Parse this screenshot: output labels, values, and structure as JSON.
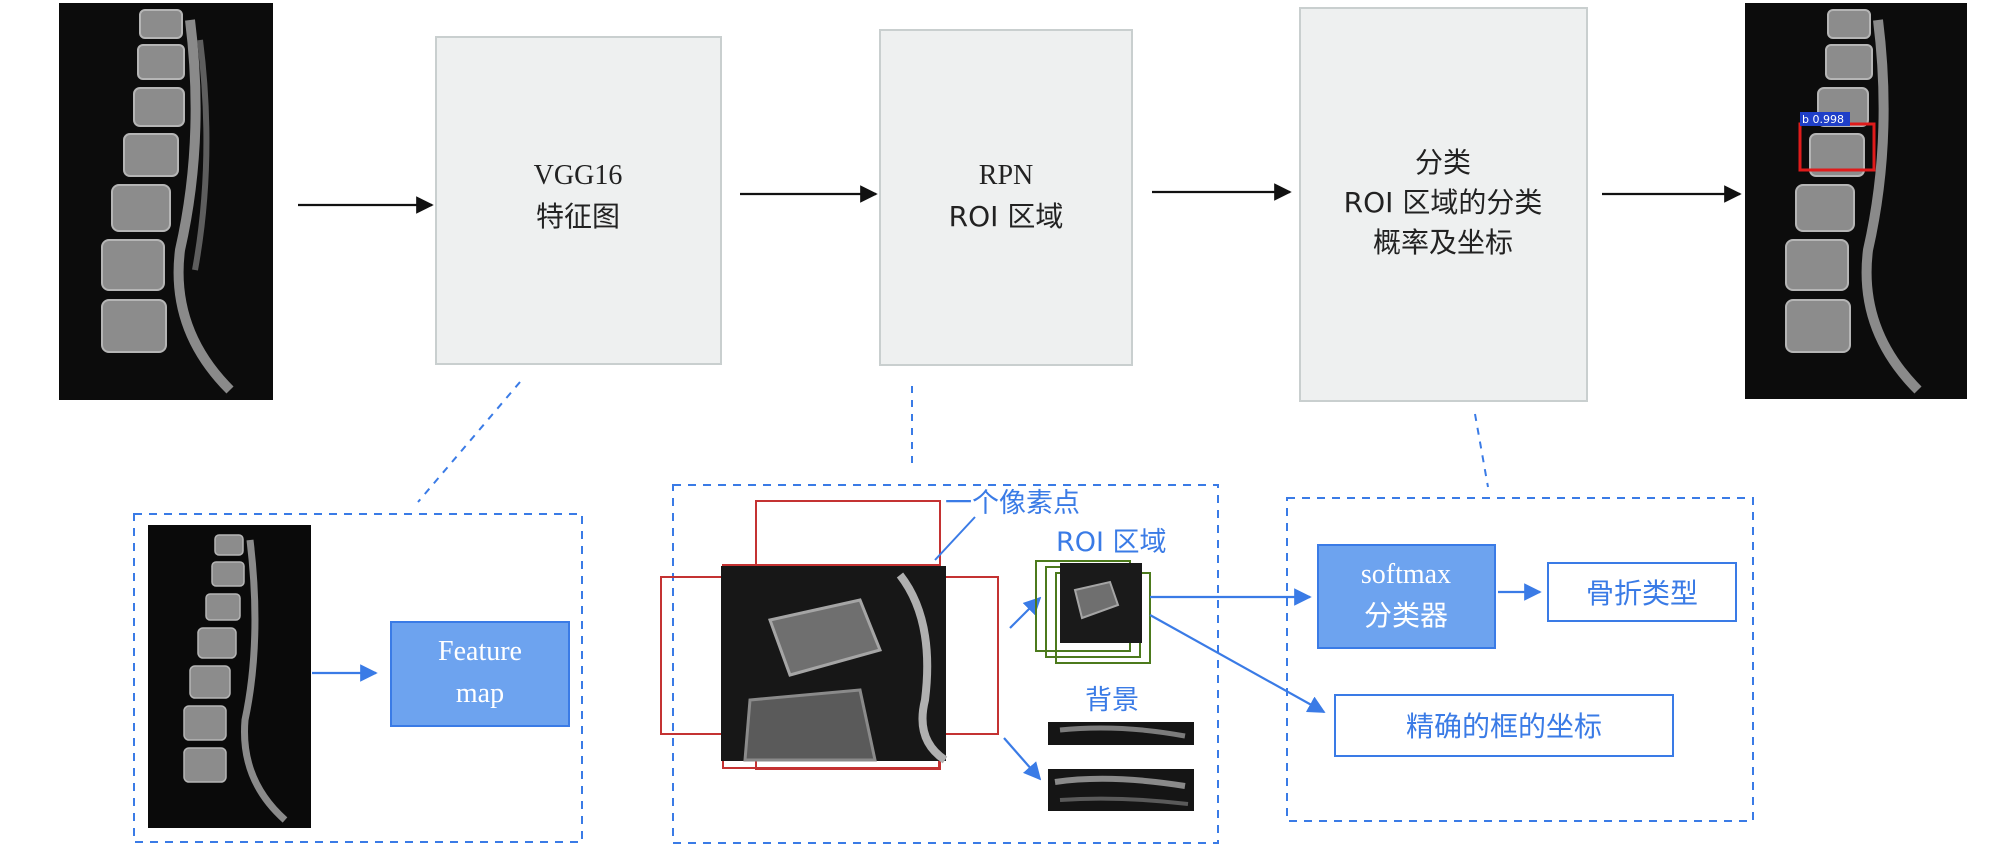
{
  "colors": {
    "gray_box_fill": "#eef0f0",
    "gray_box_stroke": "#c9cfcf",
    "blue": "#3a7be6",
    "blue_fill": "#6da3ef",
    "red": "#c43232",
    "green": "#4c7a1c"
  },
  "pipeline": {
    "vgg": {
      "line1": "VGG16",
      "line2": "特征图"
    },
    "rpn": {
      "line1": "RPN",
      "line2": "ROI 区域"
    },
    "cls": {
      "line1": "分类",
      "line2": "ROI 区域的分类",
      "line3": "概率及坐标"
    },
    "detection_label": "b 0.998"
  },
  "feature_panel": {
    "feature_map_line1": "Feature",
    "feature_map_line2": "map"
  },
  "rpn_panel": {
    "pixel_label": "一个像素点",
    "roi_label": "ROI 区域",
    "background_label": "背景"
  },
  "classifier_panel": {
    "softmax_line1": "softmax",
    "softmax_line2": "分类器",
    "fracture_type": "骨折类型",
    "box_coords": "精确的框的坐标"
  },
  "icons": [
    "arrow-right-icon",
    "ct-spine-image"
  ]
}
